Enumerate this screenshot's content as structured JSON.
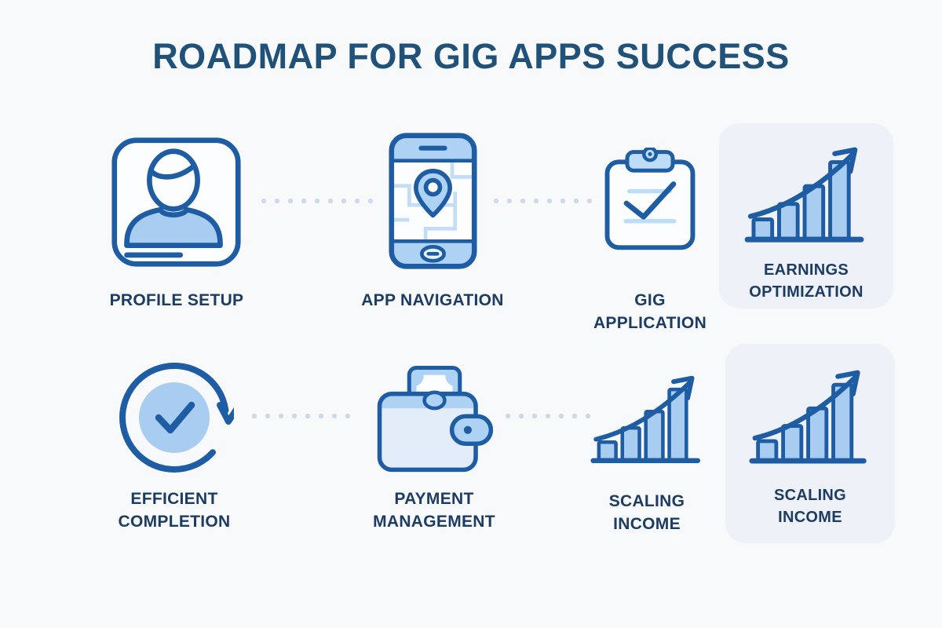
{
  "title": "ROADMAP FOR GIG APPS SUCCESS",
  "steps": [
    {
      "id": 1,
      "row": 1,
      "label": "PROFILE SETUP",
      "label_lines": [
        "PROFILE SETUP"
      ],
      "icon": "user-profile-icon",
      "card": false
    },
    {
      "id": 2,
      "row": 1,
      "label": "APP NAVIGATION",
      "label_lines": [
        "APP NAVIGATION"
      ],
      "icon": "phone-map-navigation-icon",
      "card": false
    },
    {
      "id": 3,
      "row": 1,
      "label": "GIG APPLICATION",
      "label_lines": [
        "GIG",
        "APPLICATION"
      ],
      "icon": "clipboard-check-icon",
      "card": false
    },
    {
      "id": 4,
      "row": 1,
      "label": "EARNINGS OPTIMIZATION",
      "label_lines": [
        "EARNINGS",
        "OPTIMIZATION"
      ],
      "icon": "growth-bar-chart-icon",
      "card": true
    },
    {
      "id": 5,
      "row": 2,
      "label": "EFFICIENT COMPLETION",
      "label_lines": [
        "EFFICIENT",
        "COMPLETION"
      ],
      "icon": "cycle-check-icon",
      "card": false
    },
    {
      "id": 6,
      "row": 2,
      "label": "PAYMENT MANAGEMENT",
      "label_lines": [
        "PAYMENT",
        "MANAGEMENT"
      ],
      "icon": "wallet-money-icon",
      "card": false
    },
    {
      "id": 7,
      "row": 2,
      "label": "SCALING INCOME",
      "label_lines": [
        "SCALING",
        "INCOME"
      ],
      "icon": "growth-bar-chart-icon",
      "card": false
    },
    {
      "id": 8,
      "row": 2,
      "label": "SCALING INCOME",
      "label_lines": [
        "SCALING",
        "INCOME"
      ],
      "icon": "growth-bar-chart-icon",
      "card": true
    }
  ],
  "colors": {
    "page_background": "#f7f9fb",
    "card_background": "#eef1f7",
    "icon_stroke": "#1e5ca3",
    "icon_fill_light": "#a9cdf1",
    "icon_fill_medium": "#aed2f4",
    "icon_fill_pale": "#e2edf9",
    "title_text": "#205178",
    "label_text": "#1d3c63",
    "connector_dot": "#ccd9e8"
  }
}
